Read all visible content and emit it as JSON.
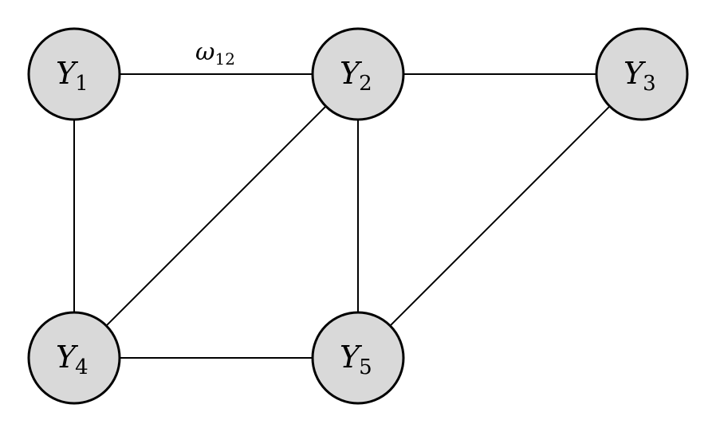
{
  "diagram": {
    "type": "undirected-graph",
    "nodes": [
      {
        "id": "Y1",
        "symbol": "Y",
        "subscript": "1"
      },
      {
        "id": "Y2",
        "symbol": "Y",
        "subscript": "2"
      },
      {
        "id": "Y3",
        "symbol": "Y",
        "subscript": "3"
      },
      {
        "id": "Y4",
        "symbol": "Y",
        "subscript": "4"
      },
      {
        "id": "Y5",
        "symbol": "Y",
        "subscript": "5"
      }
    ],
    "edges": [
      {
        "from": "Y1",
        "to": "Y2",
        "label": {
          "symbol": "ω",
          "subscript": "12"
        }
      },
      {
        "from": "Y2",
        "to": "Y3",
        "label": null
      },
      {
        "from": "Y1",
        "to": "Y4",
        "label": null
      },
      {
        "from": "Y2",
        "to": "Y4",
        "label": null
      },
      {
        "from": "Y2",
        "to": "Y5",
        "label": null
      },
      {
        "from": "Y3",
        "to": "Y5",
        "label": null
      },
      {
        "from": "Y4",
        "to": "Y5",
        "label": null
      }
    ],
    "colors": {
      "node_fill": "#d9d9d9",
      "node_stroke": "#000000",
      "edge_stroke": "#000000",
      "background": "#ffffff"
    }
  }
}
